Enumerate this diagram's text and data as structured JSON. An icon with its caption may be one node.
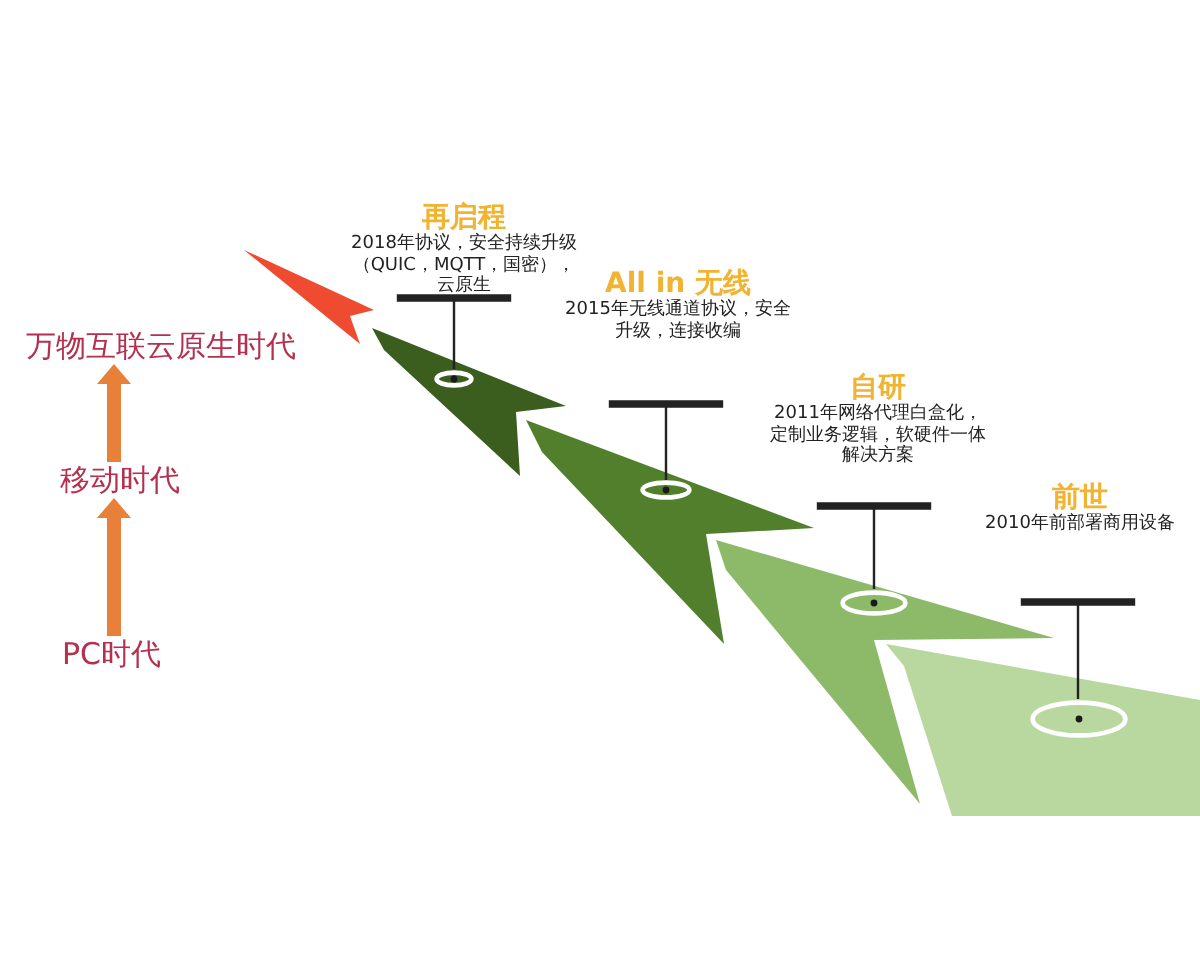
{
  "diagram": {
    "nodes": [
      {
        "text": [
          "万物互联云原生时代"
        ]
      },
      {
        "text": [
          "移动时代"
        ]
      },
      {
        "text": [
          "PC时代"
        ]
      },
      {
        "text": [
          "再启程",
          "2018年协议，安全持续升级（QUIC，MQTT，国密），云原生"
        ]
      },
      {
        "text": [],
        "shape": "circle"
      },
      {
        "text": [
          "All in 无线",
          "2015年无线通道协议，安全升级，连接收编"
        ]
      },
      {
        "text": [],
        "shape": "circle"
      },
      {
        "text": [
          "自研",
          "2011年网络代理白盒化，定制业务逻辑，软硬件一体解决方案"
        ]
      },
      {
        "text": [],
        "shape": "circle"
      },
      {
        "text": [
          "前世",
          "2010年前部署商用设备"
        ]
      },
      {
        "text": [],
        "shape": "circle"
      }
    ],
    "edges": [
      {
        "from": 2,
        "to": 1,
        "arrow": "to",
        "style": "thick",
        "color": "#e8803a"
      },
      {
        "from": 1,
        "to": 0,
        "arrow": "to",
        "style": "thick",
        "color": "#e8803a"
      },
      {
        "from": 3,
        "to": 4,
        "arrow": "none"
      },
      {
        "from": 5,
        "to": 6,
        "arrow": "none"
      },
      {
        "from": 7,
        "to": 8,
        "arrow": "none"
      },
      {
        "from": 9,
        "to": 10,
        "arrow": "none"
      }
    ]
  }
}
